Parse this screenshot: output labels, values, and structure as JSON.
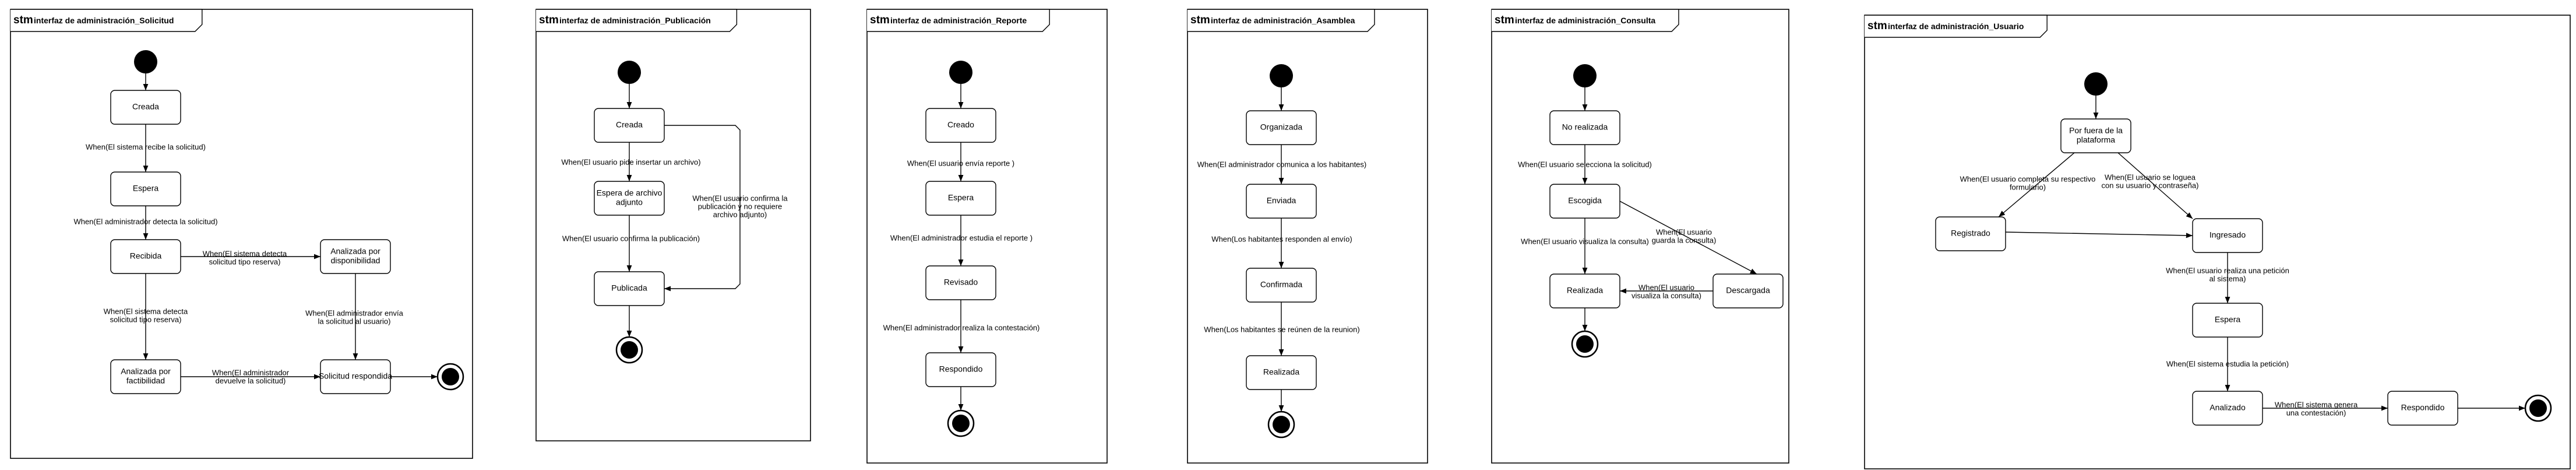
{
  "diagrams": [
    {
      "keyword": "stm",
      "name": "interfaz de administración_Solicitud",
      "states": {
        "creada": "Creada",
        "espera": "Espera",
        "recibida": "Recibida",
        "disponibilidad": [
          "Analizada por",
          "disponibilidad"
        ],
        "factibilidad": [
          "Analizada por",
          "factibilidad"
        ],
        "respondida": "Solicitud respondida"
      },
      "transitions": {
        "t1": "When(El sistema recibe la solicitud)",
        "t2": "When(El administrador detecta la solicitud)",
        "t3": [
          "When(El sistema detecta",
          "solicitud tipo reserva)"
        ],
        "t4": [
          "When(El sistema detecta",
          "solicitud tipo reserva)"
        ],
        "t5": [
          "When(El administrador envía",
          "la solicitud al usuario)"
        ],
        "t6": [
          "When(El administrador",
          "devuelve la solicitud)"
        ]
      }
    },
    {
      "keyword": "stm",
      "name": "interfaz de administración_Publicación",
      "states": {
        "creada": "Creada",
        "espera": [
          "Espera de archivo",
          "adjunto"
        ],
        "publicada": "Publicada"
      },
      "transitions": {
        "t1": "When(El usuario pide insertar un archivo)",
        "t2": "When(El usuario confirma la publicación)",
        "t3": [
          "When(El usuario confirma la",
          "publicación y no requiere",
          "archivo adjunto)"
        ]
      }
    },
    {
      "keyword": "stm",
      "name": "interfaz de administración_Reporte",
      "states": {
        "creado": "Creado",
        "espera": "Espera",
        "revisado": "Revisado",
        "respondido": "Respondido"
      },
      "transitions": {
        "t1": "When(El usuario envía reporte )",
        "t2": "When(El administrador estudia el reporte )",
        "t3": "When(El administrador realiza la contestación)"
      }
    },
    {
      "keyword": "stm",
      "name": "interfaz de administración_Asamblea",
      "states": {
        "organizada": "Organizada",
        "enviada": "Enviada",
        "confirmada": "Confirmada",
        "realizada": "Realizada"
      },
      "transitions": {
        "t1": "When(El administrador comunica a los habitantes)",
        "t2": "When(Los habitantes  responden al envío)",
        "t3": "When(Los habitantes se reúnen de la reunion)"
      }
    },
    {
      "keyword": "stm",
      "name": "interfaz de administración_Consulta",
      "states": {
        "noRealizada": "No realizada",
        "escogida": "Escogida",
        "realizada": "Realizada",
        "descargada": "Descargada"
      },
      "transitions": {
        "t1": "When(El usuario selecciona la solicitud)",
        "t2": "When(El usuario visualiza la consulta)",
        "t3": [
          "When(El usuario",
          "guarda la consulta)"
        ],
        "t4": [
          "When(El usuario",
          "visualiza la consulta)"
        ]
      }
    },
    {
      "keyword": "stm",
      "name": "interfaz de administración_Usuario",
      "states": {
        "fuera": [
          "Por fuera de la",
          "plataforma"
        ],
        "registrado": "Registrado",
        "ingresado": "Ingresado",
        "espera": "Espera",
        "analizado": "Analizado",
        "respondido": "Respondido"
      },
      "transitions": {
        "t1": [
          "When(El usuario completa su respectivo",
          "formulario)"
        ],
        "t2": [
          "When(El usuario se loguea",
          "con su usuario y contraseña)"
        ],
        "t3": [
          "When(El usuario realiza una petición",
          "al sistema)"
        ],
        "t4": "When(El sistema estudia la petición)",
        "t5": [
          "When(El sistema genera",
          "una contestación)"
        ]
      }
    }
  ]
}
